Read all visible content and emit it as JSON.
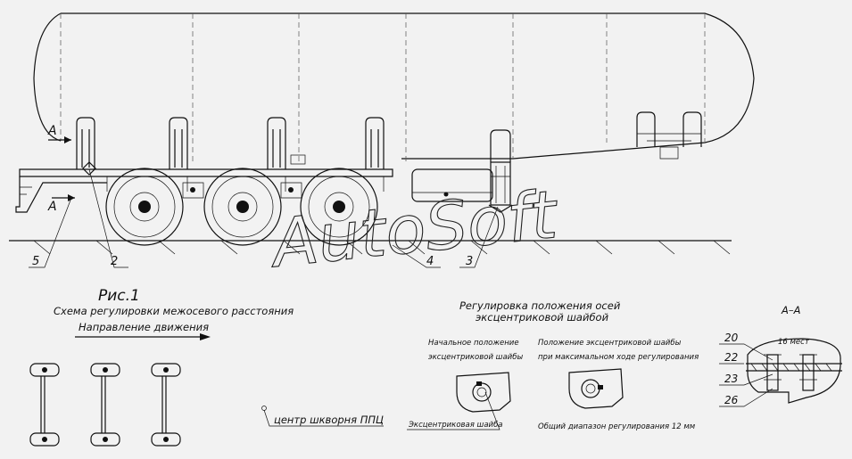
{
  "figure": {
    "title": "Рис.1",
    "subtitle": "Схема регулировки межосевого расстояния",
    "direction_label": "Направление движения"
  },
  "section_markers": {
    "top": "А",
    "bottom": "А"
  },
  "callouts": [
    "5",
    "2",
    "4",
    "3"
  ],
  "kingpin_label": "центр шкворня ППЦ",
  "adjustment": {
    "title_line1": "Регулировка положения осей",
    "title_line2": "эксцентриковой шайбой",
    "initial_line1": "Начальное положение",
    "initial_line2": "эксцентриковой шайбы",
    "max_line1": "Положение эксцентриковой шайбы",
    "max_line2": "при максимальном ходе регулирования",
    "washer_label": "Эксцентриковая шайба",
    "range_note": "Общий диапазон регулирования 12 мм"
  },
  "section_view": {
    "title": "А–А",
    "places": "16 мест",
    "callouts": [
      "20",
      "22",
      "23",
      "26"
    ]
  },
  "watermark": "AutoSoft"
}
